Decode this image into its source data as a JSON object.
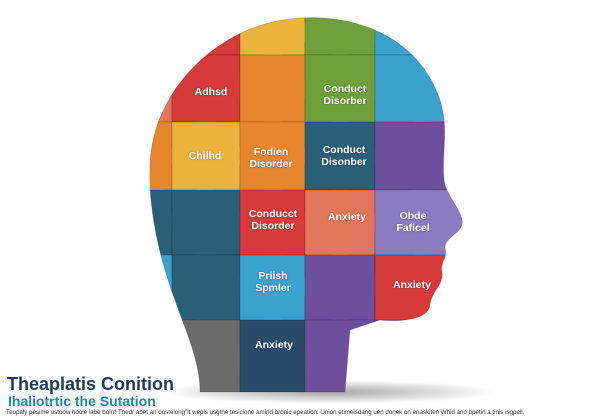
{
  "title": "Theaplatis Conition",
  "subtitle": "Ihaliotrtic the Sutation",
  "caption": "Teopaly pesime ustoow hoole labe bolrr!  Tnedr abet an oostelong\"lt wepls usgthe tesicione amirld bronic epeation. Union etimelsdang uen donek on enaskiten Whid ano bpetin a tinis isgpell.",
  "puzzle_labels": [
    {
      "line1": "Adhsd",
      "line2": ""
    },
    {
      "line1": "Conduct",
      "line2": "Disorber"
    },
    {
      "line1": "Chilhd",
      "line2": ""
    },
    {
      "line1": "Fodien",
      "line2": "Disorder"
    },
    {
      "line1": "Conduct",
      "line2": "Disonber"
    },
    {
      "line1": "Conducct",
      "line2": "Disorder"
    },
    {
      "line1": "Anxiety",
      "line2": ""
    },
    {
      "line1": "Obde",
      "line2": "Faficel"
    },
    {
      "line1": "Priish",
      "line2": "Spmler"
    },
    {
      "line1": "Anxiety",
      "line2": ""
    },
    {
      "line1": "Anxiety",
      "line2": ""
    }
  ],
  "colors": {
    "red": "#d63a3a",
    "orange": "#e8862e",
    "yellow": "#eab43c",
    "green": "#6fa03c",
    "blue": "#3aa2cc",
    "teal": "#2a5f78",
    "purple": "#6e4f9e",
    "lavender": "#8a7cc0",
    "salmon": "#e0765c",
    "gray": "#6b6b6b",
    "navy": "#2a4a6a",
    "title": "#1e3a5a",
    "subtitle": "#1f8aa0"
  }
}
